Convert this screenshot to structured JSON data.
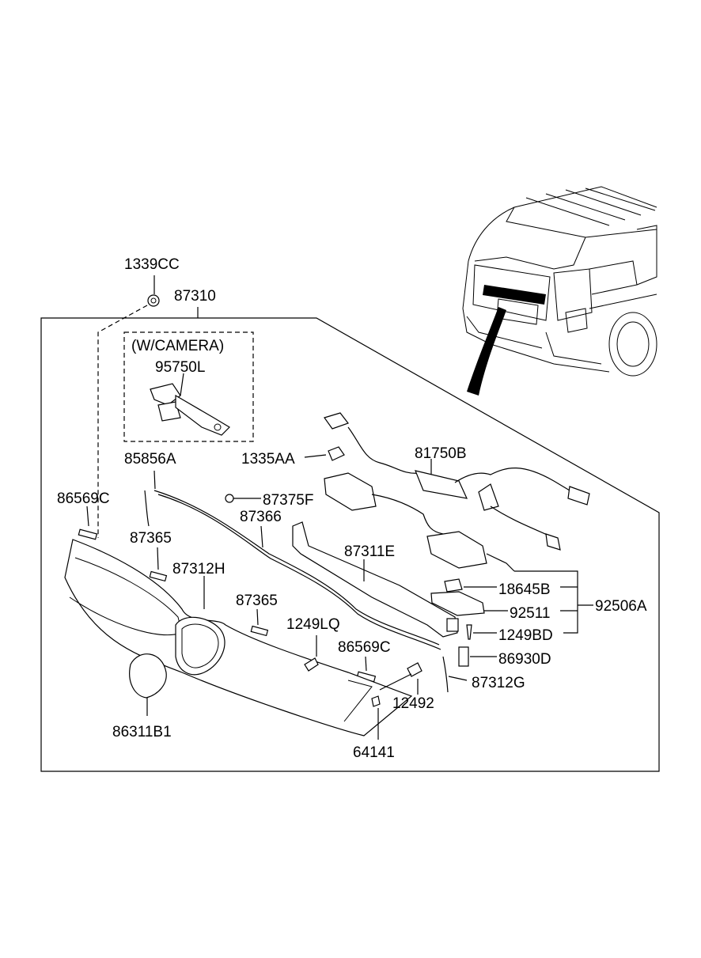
{
  "diagram": {
    "group_label": "(W/CAMERA)",
    "labels": {
      "p1339CC": "1339CC",
      "p87310": "87310",
      "p95750L": "95750L",
      "p85856A": "85856A",
      "p1335AA": "1335AA",
      "p81750B": "81750B",
      "p86569C_a": "86569C",
      "p87375F": "87375F",
      "p87366": "87366",
      "p87365_a": "87365",
      "p87311E": "87311E",
      "p87312H": "87312H",
      "p18645B": "18645B",
      "p87365_b": "87365",
      "p92511": "92511",
      "p92506A": "92506A",
      "p1249LQ": "1249LQ",
      "p1249BD": "1249BD",
      "p86569C_b": "86569C",
      "p86930D": "86930D",
      "p87312G": "87312G",
      "p12492": "12492",
      "p86311B1": "86311B1",
      "p64141": "64141"
    }
  }
}
